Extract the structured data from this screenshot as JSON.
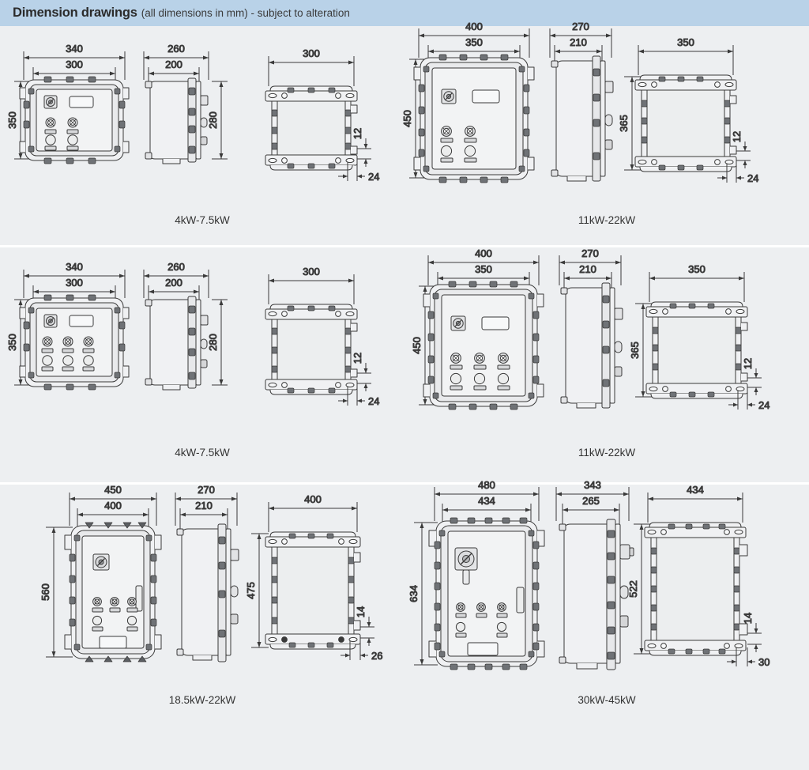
{
  "header": {
    "title": "Dimension drawings",
    "subtitle": "(all dimensions in mm) - subject to alteration",
    "bg_color": "#b9d2e8"
  },
  "page": {
    "bg_color": "#edeff1",
    "line_color": "#3a3a3a",
    "fill_color": "#f0f1f3"
  },
  "groups": [
    {
      "id": "g1",
      "caption": "4kW-7.5kW",
      "front": {
        "width_outer": "340",
        "width_inner": "300",
        "height": "350"
      },
      "side": {
        "depth_outer": "260",
        "depth_inner": "200",
        "height": "280"
      },
      "rear": {
        "width": "300",
        "offset_v": "12",
        "offset_h": "24"
      },
      "controls": {
        "cols": 2,
        "rows": 2
      }
    },
    {
      "id": "g2",
      "caption": "11kW-22kW",
      "front": {
        "width_outer": "400",
        "width_inner": "350",
        "height": "450"
      },
      "side": {
        "depth_outer": "270",
        "depth_inner": "210",
        "height": ""
      },
      "rear": {
        "width": "350",
        "height": "365",
        "offset_v": "12",
        "offset_h": "24"
      },
      "controls": {
        "cols": 2,
        "rows": 2
      }
    },
    {
      "id": "g3",
      "caption": "4kW-7.5kW",
      "front": {
        "width_outer": "340",
        "width_inner": "300",
        "height": "350"
      },
      "side": {
        "depth_outer": "260",
        "depth_inner": "200",
        "height": "280"
      },
      "rear": {
        "width": "300",
        "offset_v": "12",
        "offset_h": "24"
      },
      "controls": {
        "cols": 3,
        "rows": 2
      }
    },
    {
      "id": "g4",
      "caption": "11kW-22kW",
      "front": {
        "width_outer": "400",
        "width_inner": "350",
        "height": "450"
      },
      "side": {
        "depth_outer": "270",
        "depth_inner": "210",
        "height": ""
      },
      "rear": {
        "width": "350",
        "height": "365",
        "offset_v": "12",
        "offset_h": "24"
      },
      "controls": {
        "cols": 3,
        "rows": 2
      }
    },
    {
      "id": "g5",
      "caption": "18.5kW-22kW",
      "front": {
        "width_outer": "450",
        "width_inner": "400",
        "height": "560"
      },
      "side": {
        "depth_outer": "270",
        "depth_inner": "210",
        "height": ""
      },
      "rear": {
        "width": "400",
        "height": "475",
        "offset_v": "14",
        "offset_h": "26"
      },
      "controls": {
        "cols": 3,
        "rows": 2
      }
    },
    {
      "id": "g6",
      "caption": "30kW-45kW",
      "front": {
        "width_outer": "480",
        "width_inner": "434",
        "height": "634"
      },
      "side": {
        "depth_outer": "343",
        "depth_inner": "265",
        "height": ""
      },
      "rear": {
        "width": "434",
        "height": "522",
        "offset_v": "14",
        "offset_h": "30"
      },
      "controls": {
        "cols": 3,
        "rows": 2
      }
    }
  ]
}
